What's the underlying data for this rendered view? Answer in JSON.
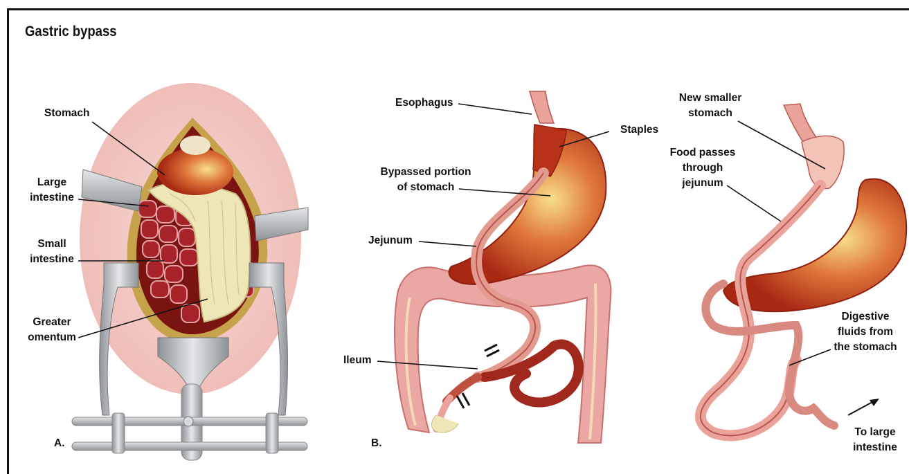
{
  "title": "Gastric bypass",
  "panel_a": {
    "letter": "A.",
    "labels": {
      "stomach": "Stomach",
      "large_intestine": [
        "Large",
        "intestine"
      ],
      "small_intestine": [
        "Small",
        "intestine"
      ],
      "greater_omentum": [
        "Greater",
        "omentum"
      ]
    }
  },
  "panel_b": {
    "letter": "B.",
    "labels": {
      "esophagus": "Esophagus",
      "staples": "Staples",
      "bypassed": [
        "Bypassed portion",
        "of stomach"
      ],
      "jejunum": "Jejunum",
      "ileum": "Ileum"
    }
  },
  "panel_c": {
    "labels": {
      "new_stomach": [
        "New smaller",
        "stomach"
      ],
      "food_passes": [
        "Food passes",
        "through",
        "jejunum"
      ],
      "digestive": [
        "Digestive",
        "fluids from",
        "the stomach"
      ],
      "to_large": [
        "To large",
        "intestine"
      ]
    }
  },
  "colors": {
    "skin": "#f3c9c6",
    "organ_red": "#b33318",
    "organ_light": "#f7d070",
    "intestine_pink": "#e9a39a",
    "omentum": "#efe6b8",
    "retractor": "#b9bcbf"
  }
}
